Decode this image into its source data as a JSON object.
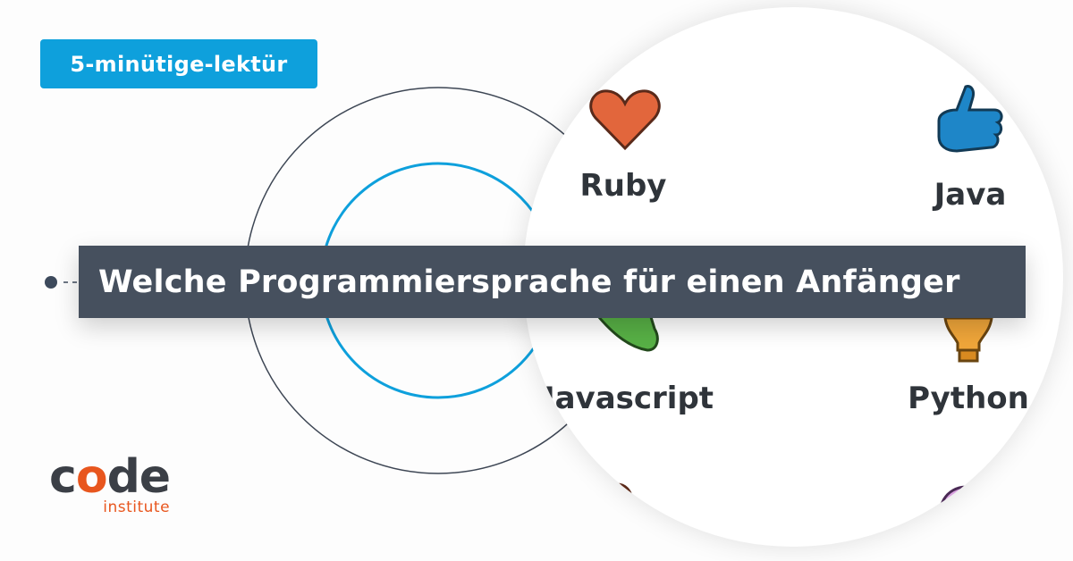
{
  "badge": {
    "label": "5-minütige-lektür"
  },
  "title": "Welche Programmiersprache für einen Anfänger",
  "languages": [
    {
      "label": "Ruby",
      "icon": "heart-icon",
      "color": "#e2663c"
    },
    {
      "label": "Java",
      "icon": "thumbs-up-icon",
      "color": "#1e86c8"
    },
    {
      "label": "Javascript",
      "icon": "hand-icon",
      "color": "#58b146"
    },
    {
      "label": "Python",
      "icon": "lightbulb-icon",
      "color": "#f0a63a"
    }
  ],
  "logo": {
    "main": "code",
    "sub": "institute",
    "accent": "#e8561e"
  },
  "colors": {
    "accent": "#0ea0dc",
    "dark": "#46505e"
  }
}
